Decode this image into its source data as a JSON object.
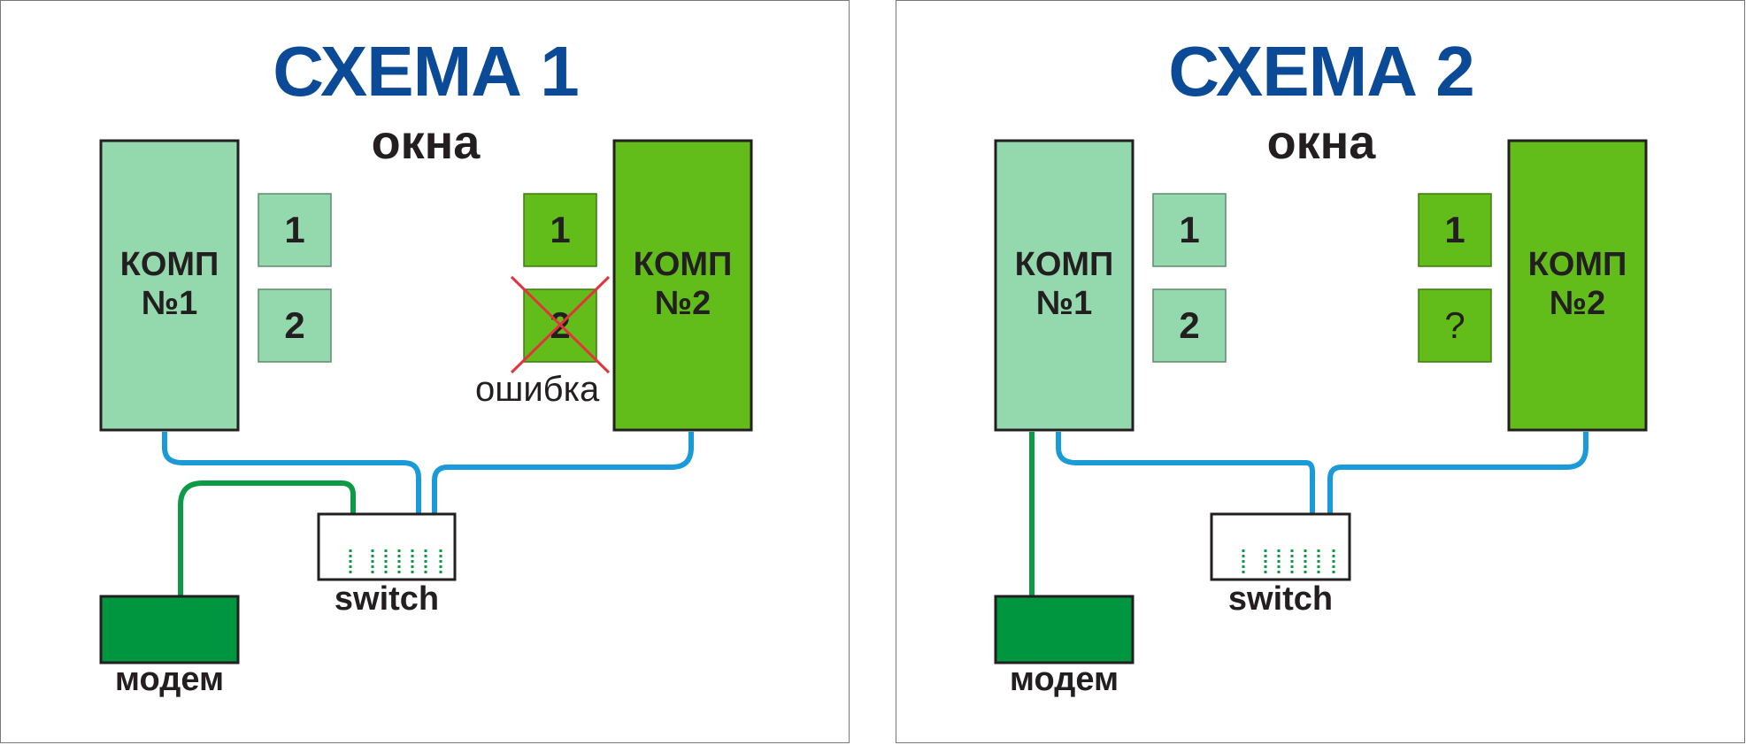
{
  "colors": {
    "title": "#0a4a96",
    "comp1_fill": "#93d9ad",
    "comp2_fill": "#62bd1b",
    "modem_fill": "#009640",
    "cable_switch": "#1a9ad9",
    "cable_modem": "#0c9a44",
    "error_cross": "#e3343e",
    "outline": "#231f20"
  },
  "schemes": [
    {
      "title": "СХЕМА 1",
      "subtitle": "окна",
      "comp1": {
        "label": "КОМП\n№1",
        "windows": [
          "1",
          "2"
        ]
      },
      "comp2": {
        "label": "КОМП\n№2",
        "windows": [
          "1",
          "2"
        ]
      },
      "error_note": "ошибка",
      "switch_label": "switch",
      "modem_label": "модем"
    },
    {
      "title": "СХЕМА 2",
      "subtitle": "окна",
      "comp1": {
        "label": "КОМП\n№1",
        "windows": [
          "1",
          "2"
        ]
      },
      "comp2": {
        "label": "КОМП\n№2",
        "windows": [
          "1",
          "?"
        ]
      },
      "switch_label": "switch",
      "modem_label": "модем"
    }
  ]
}
